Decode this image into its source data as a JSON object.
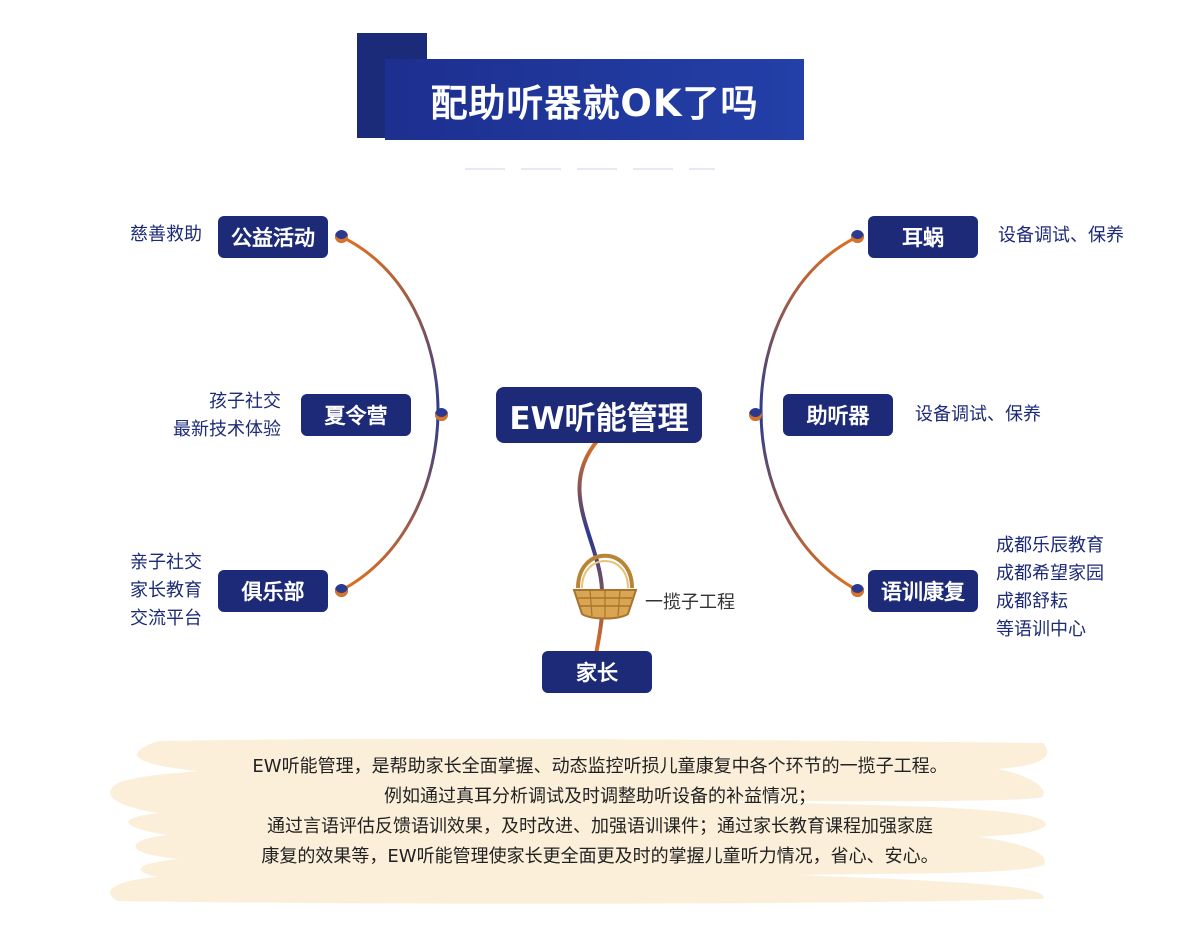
{
  "title": "配助听器就OK了吗",
  "center": {
    "label": "EW听能管理"
  },
  "left_nodes": [
    {
      "label": "公益活动",
      "notes": [
        "慈善救助"
      ]
    },
    {
      "label": "夏令营",
      "notes": [
        "孩子社交",
        "最新技术体验"
      ]
    },
    {
      "label": "俱乐部",
      "notes": [
        "亲子社交",
        "家长教育",
        "交流平台"
      ]
    }
  ],
  "right_nodes": [
    {
      "label": "耳蜗",
      "notes": [
        "设备调试、保养"
      ]
    },
    {
      "label": "助听器",
      "notes": [
        "设备调试、保养"
      ]
    },
    {
      "label": "语训康复",
      "notes": [
        "成都乐辰教育",
        "成都希望家园",
        "成都舒耘",
        "等语训中心"
      ]
    }
  ],
  "bottom": {
    "node": "家长",
    "basket_label": "一揽子工程"
  },
  "description": [
    "EW听能管理，是帮助家长全面掌握、动态监控听损儿童康复中各个环节的一揽子工程。",
    "例如通过真耳分析调试及时调整助听设备的补益情况；",
    "通过言语评估反馈语训效果，及时改进、加强语训课件；通过家长教育课程加强家庭",
    "康复的效果等，EW听能管理使家长更全面更及时的掌握儿童听力情况，省心、安心。"
  ],
  "colors": {
    "navy": "#1c2a78",
    "orange": "#e07020",
    "paint": "#fbefd9"
  }
}
